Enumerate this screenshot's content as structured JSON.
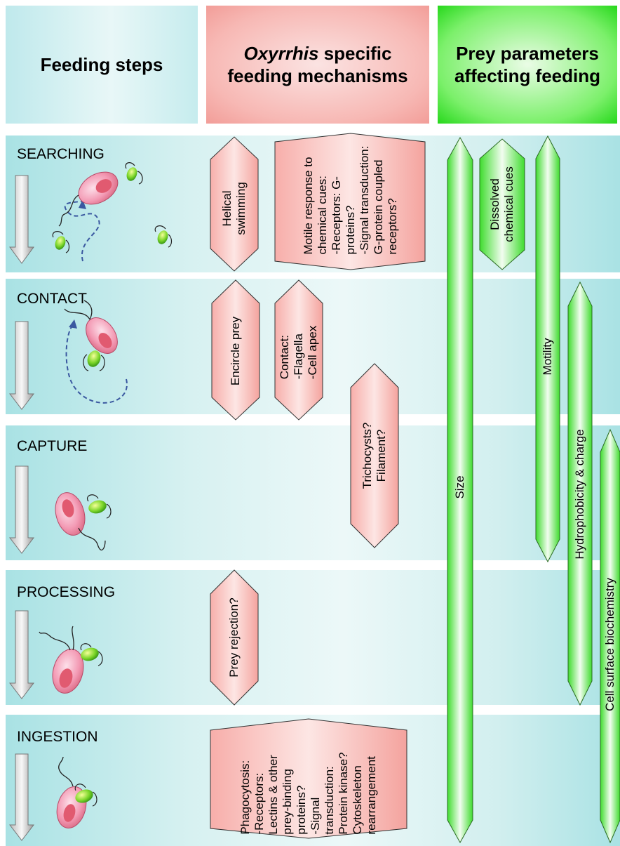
{
  "headers": {
    "steps": "Feeding steps",
    "mechanisms_italic": "Oxyrrhis",
    "mechanisms_rest": " specific",
    "mechanisms_line2": "feeding mechanisms",
    "prey_line1": "Prey parameters",
    "prey_line2": "affecting feeding"
  },
  "steps": [
    "SEARCHING",
    "CONTACT",
    "CAPTURE",
    "PROCESSING",
    "INGESTION"
  ],
  "mechanisms": {
    "helical": [
      "Helical",
      "swimming"
    ],
    "motile": [
      "Motile response to",
      "chemical cues:",
      "-Receptors: G-",
      "proteins?",
      "-Signal transduction:",
      "G-protein coupled",
      "receptors?"
    ],
    "encircle": [
      "Encircle prey"
    ],
    "contact": [
      "Contact:",
      "-Flagella",
      "-Cell apex"
    ],
    "trichocysts": [
      "Trichocysts?",
      "Filament?"
    ],
    "rejection": [
      "Prey rejection?"
    ],
    "phagocytosis": [
      "Phagocytosis:",
      "-Receptors:",
      "Lectins & other",
      "prey-binding",
      "proteins?",
      "-Signal",
      "transduction:",
      "Protein kinase?",
      "Cytoskeleton",
      "rearrangement"
    ]
  },
  "prey_parameters": {
    "size": "Size",
    "dissolved": [
      "Dissolved",
      "chemical cues"
    ],
    "motility": "Motility",
    "hydrophobicity": "Hydrophobicity & charge",
    "surface": "Cell surface biochemistry"
  },
  "colors": {
    "teal_band": "#d7f1f1",
    "pink": "#f7b8b4",
    "green": "#47e23a"
  }
}
